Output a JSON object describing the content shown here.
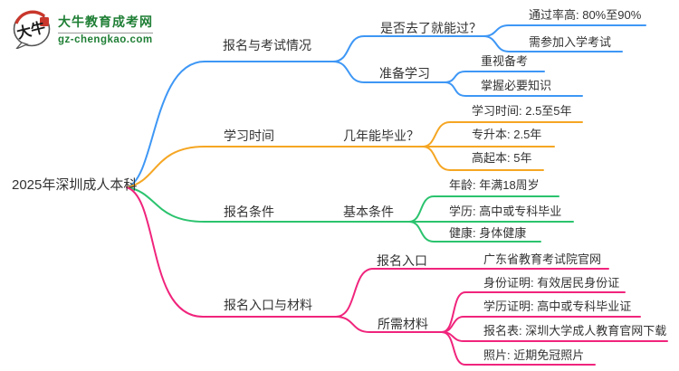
{
  "logo": {
    "bubble_text": "大牛",
    "site_name": "大牛教育成考网",
    "site_domain": "gz-chengkao.com"
  },
  "colors": {
    "blue": "#3E97F5",
    "orange": "#F5A623",
    "green": "#2BC36E",
    "pink": "#F0247C",
    "logo_green": "#1E7E34",
    "seal_red": "#C9372C",
    "text": "#333333"
  },
  "mindmap": {
    "root_label": "2025年深圳成人本科",
    "branches": [
      {
        "label": "报名与考试情况",
        "children": [
          {
            "label": "是否去了就能过？",
            "leaves": [
              "通过率高: 80%至90%",
              "需参加入学考试"
            ]
          },
          {
            "label": "准备学习",
            "leaves": [
              "重视备考",
              "掌握必要知识"
            ]
          }
        ]
      },
      {
        "label": "学习时间",
        "children": [
          {
            "label": "几年能毕业？",
            "leaves": [
              "学习时间: 2.5至5年",
              "专升本: 2.5年",
              "高起本: 5年"
            ]
          }
        ]
      },
      {
        "label": "报名条件",
        "children": [
          {
            "label": "基本条件",
            "leaves": [
              "年龄: 年满18周岁",
              "学历: 高中或专科毕业",
              "健康: 身体健康"
            ]
          }
        ]
      },
      {
        "label": "报名入口与材料",
        "children": [
          {
            "label": "报名入口",
            "leaves": [
              "广东省教育考试院官网"
            ]
          },
          {
            "label": "所需材料",
            "leaves": [
              "身份证明: 有效居民身份证",
              "学历证明: 高中或专科毕业证",
              "报名表: 深圳大学成人教育官网下载",
              "照片: 近期免冠照片"
            ]
          }
        ]
      }
    ]
  }
}
